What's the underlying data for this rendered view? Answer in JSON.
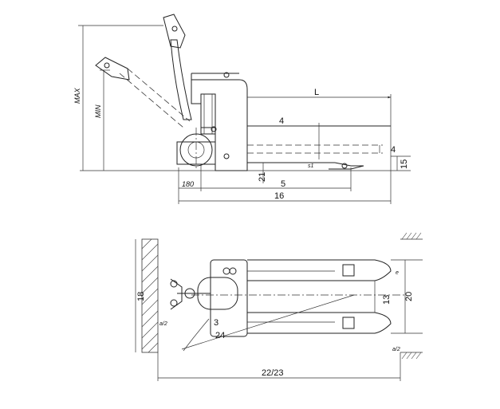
{
  "side_view": {
    "dim_max": "MAX",
    "dim_min": "MIN",
    "dim_L": "L",
    "dim_4_top": "4",
    "dim_4_right": "4",
    "dim_15": "15",
    "dim_s1": "s1",
    "dim_21": "21",
    "dim_5": "5",
    "dim_180": "180",
    "dim_16": "16"
  },
  "top_view": {
    "dim_18": "18",
    "dim_13": "13",
    "dim_20": "20",
    "dim_e": "e",
    "dim_a2_left": "a/2",
    "dim_a2_right": "a/2",
    "dim_3": "3",
    "dim_24": "24",
    "dim_22_23": "22/23"
  }
}
